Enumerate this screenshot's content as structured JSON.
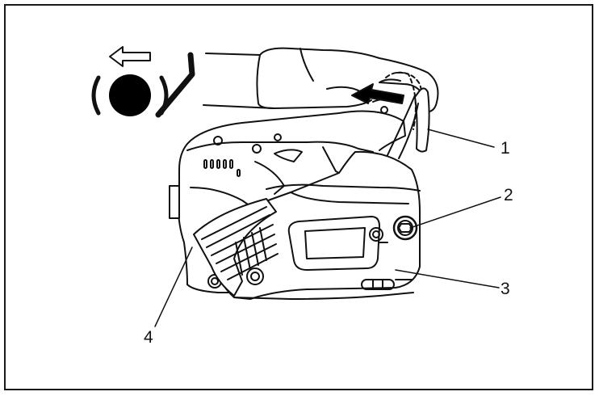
{
  "diagram": {
    "callouts": [
      {
        "id": "1",
        "label": "1"
      },
      {
        "id": "2",
        "label": "2"
      },
      {
        "id": "3",
        "label": "3"
      },
      {
        "id": "4",
        "label": "4"
      }
    ],
    "icons": [
      "left-arrow-icon",
      "chain-brake-symbol-icon",
      "brake-lever-icon"
    ],
    "colors": {
      "line": "#111111",
      "fill": "#ffffff",
      "symbol": "#000000"
    }
  }
}
